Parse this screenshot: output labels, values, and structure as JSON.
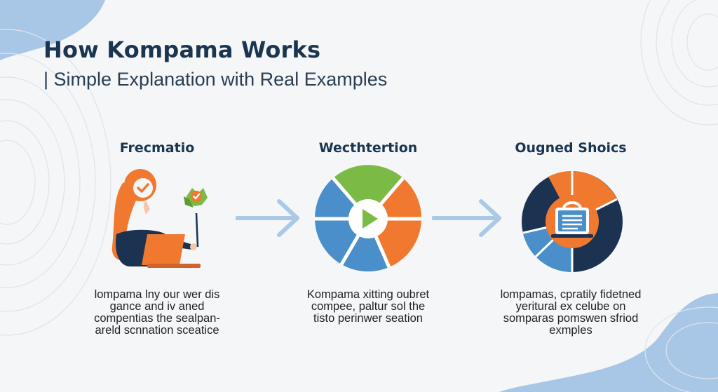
{
  "header": {
    "title": "How Kompama Works",
    "subtitle": "| Simple Explanation with Real Examples"
  },
  "steps": [
    {
      "heading": "Frecmatio",
      "illustration": "person-with-laptop-and-checkmark-icon",
      "description_lines": [
        "lompama lny our wer dis",
        "gance and iv aned",
        "compentias the sealpan-",
        "areld scnnation sceatice"
      ]
    },
    {
      "heading": "Wecthtertion",
      "illustration": "segmented-circle-play-icon",
      "description_lines": [
        "Kompama xitting oubret",
        "compee, paltur sol the",
        "tisto perinwer seation"
      ]
    },
    {
      "heading": "Ougned Shoics",
      "illustration": "donut-with-shopping-bag-icon",
      "description_lines": [
        "lompamas, cpratily fidetned",
        "yeritural ex  celube on",
        "somparas pomswen sfriod",
        "exmples"
      ]
    }
  ],
  "colors": {
    "background": "#f4f6f8",
    "title": "#1a3550",
    "orange": "#f0792f",
    "blue": "#4a8fca",
    "green": "#7bba45",
    "navy": "#1b3250",
    "arrow": "#a9c9e6",
    "blob": "#a8c7e6"
  }
}
